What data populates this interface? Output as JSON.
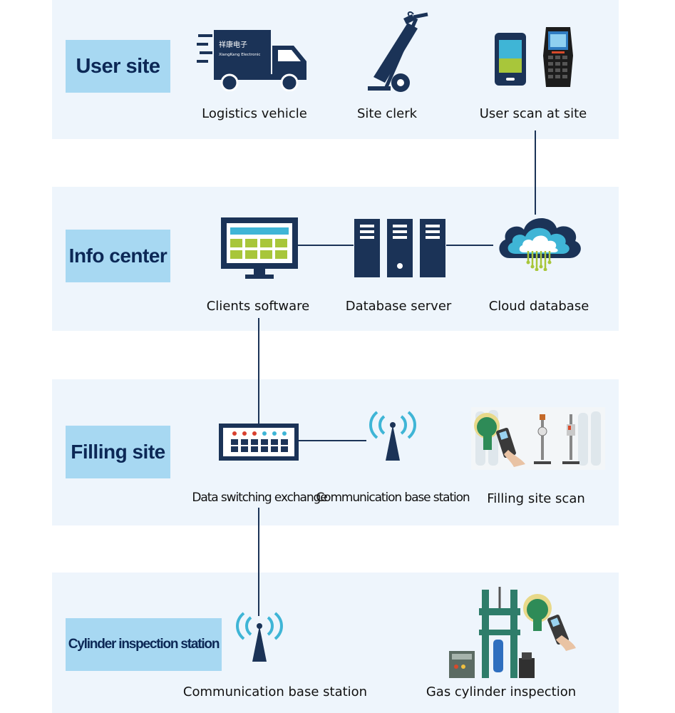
{
  "sections": {
    "user_site": "User site",
    "info_center": "Info center",
    "filling_site": "Filling site",
    "inspection_station": "Cylinder inspection station"
  },
  "nodes": {
    "logistics_vehicle": "Logistics vehicle",
    "site_clerk": "Site clerk",
    "user_scan": "User scan at site",
    "clients_software": "Clients software",
    "database_server": "Database server",
    "cloud_database": "Cloud database",
    "data_switching": "Data switching exchange",
    "comm_base_station_filling": "Communication base station",
    "filling_site_scan": "Filling site scan",
    "comm_base_station_inspection": "Communication base station",
    "gas_cylinder_inspection": "Gas cylinder inspection"
  },
  "truck_logo": {
    "cn": "祥康电子",
    "en": "XiangKang Electronic"
  },
  "colors": {
    "navy": "#1b3357",
    "band": "#eef5fc",
    "tag": "#a7d8f2",
    "accent": "#3fb5d6",
    "green": "#a8c63a"
  }
}
